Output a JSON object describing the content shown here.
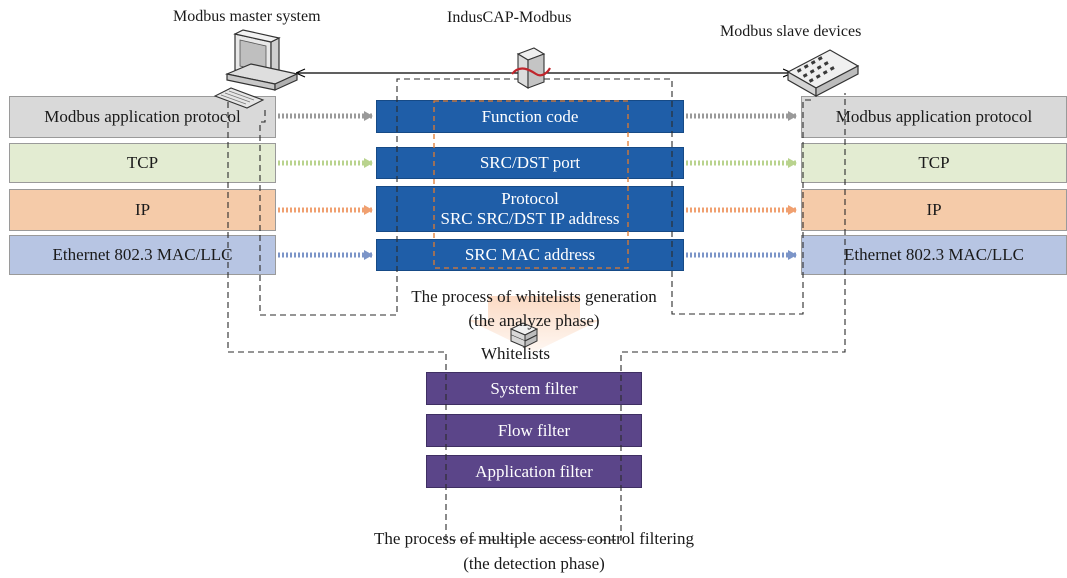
{
  "labels": {
    "master": "Modbus master system",
    "induscap": "IndusCAP-Modbus",
    "slave": "Modbus slave devices",
    "whitelists": "Whitelists"
  },
  "left_stack": [
    {
      "label": "Modbus application protocol",
      "color": "#d9d9d9"
    },
    {
      "label": "TCP",
      "color": "#e3ecd2"
    },
    {
      "label": "IP",
      "color": "#f5cba9"
    },
    {
      "label": "Ethernet 802.3 MAC/LLC",
      "color": "#b7c5e3"
    }
  ],
  "right_stack": [
    {
      "label": "Modbus application protocol",
      "color": "#d9d9d9"
    },
    {
      "label": "TCP",
      "color": "#e3ecd2"
    },
    {
      "label": "IP",
      "color": "#f5cba9"
    },
    {
      "label": "Ethernet 802.3 MAC/LLC",
      "color": "#b7c5e3"
    }
  ],
  "analyze_fields": [
    {
      "line1": "Function code"
    },
    {
      "line1": "SRC/DST port"
    },
    {
      "line1": "Protocol",
      "line2": "SRC SRC/DST IP address"
    },
    {
      "line1": "SRC MAC address"
    }
  ],
  "filters": [
    "System filter",
    "Flow filter",
    "Application filter"
  ],
  "captions": {
    "analyze_line1": "The process of whitelists generation",
    "analyze_line2": "(the analyze phase)",
    "detect_line1": "The process of multiple access control filtering",
    "detect_line2": "(the detection phase)"
  },
  "colors": {
    "field_blue": "#1f5ea8",
    "filter_purple": "#5b4589",
    "arrow_gray": "#9a9a9a",
    "arrow_green": "#b9d38e",
    "arrow_orange": "#f0a070",
    "arrow_blue": "#7c95c8",
    "dashed_orange": "#e07a2e"
  },
  "icons": [
    "computer-icon",
    "server-icon",
    "network-switch-icon",
    "database-icon"
  ]
}
